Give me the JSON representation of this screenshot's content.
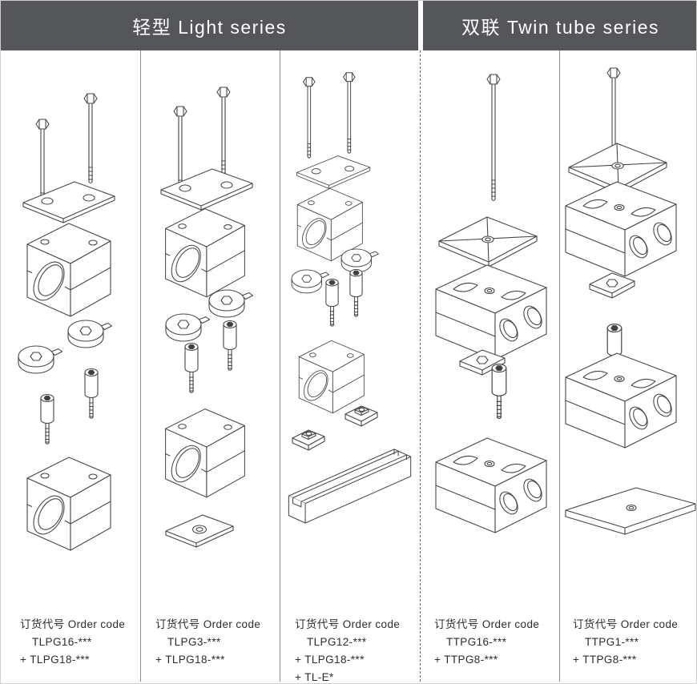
{
  "header": {
    "left_title": "轻型 Light series",
    "right_title": "双联 Twin tube series"
  },
  "columns": [
    {
      "order_label": "订货代号 Order code",
      "codes": [
        "TLPG16-***",
        "+ TLPG18-***"
      ],
      "parts": [
        "hex bolts",
        "cover plate",
        "clamp body",
        "weld plates",
        "stacking bolts",
        "clamp body"
      ]
    },
    {
      "order_label": "订货代号 Order code",
      "codes": [
        "TLPG3-***",
        "+ TLPG18-***"
      ],
      "parts": [
        "hex bolts",
        "cover plate",
        "clamp body",
        "weld plates",
        "stacking bolts",
        "clamp body",
        "mounting plate"
      ]
    },
    {
      "order_label": "订货代号 Order code",
      "codes": [
        "TLPG12-***",
        "+ TLPG18-***",
        "+ TL-E*"
      ],
      "parts": [
        "hex bolts",
        "cover plate",
        "clamp body",
        "weld plates",
        "stacking bolts",
        "clamp body",
        "rail nuts",
        "mounting rail"
      ]
    },
    {
      "order_label": "订货代号 Order code",
      "codes": [
        "TTPG16-***",
        "+ TTPG8-***"
      ],
      "parts": [
        "hex bolt",
        "cover plate",
        "twin clamp body",
        "rail nut plate",
        "stacking bolt",
        "twin clamp body"
      ]
    },
    {
      "order_label": "订货代号 Order code",
      "codes": [
        "TTPG1-***",
        "+ TTPG8-***"
      ],
      "parts": [
        "hex bolt",
        "cover plate",
        "twin clamp body",
        "rail nut plate",
        "stacking bolt",
        "twin clamp body",
        "base plate"
      ]
    }
  ],
  "colors": {
    "header_bg": "#55565A",
    "header_text": "#FFFFFF",
    "line_art": "#474747",
    "divider": "#8D8D8D"
  }
}
